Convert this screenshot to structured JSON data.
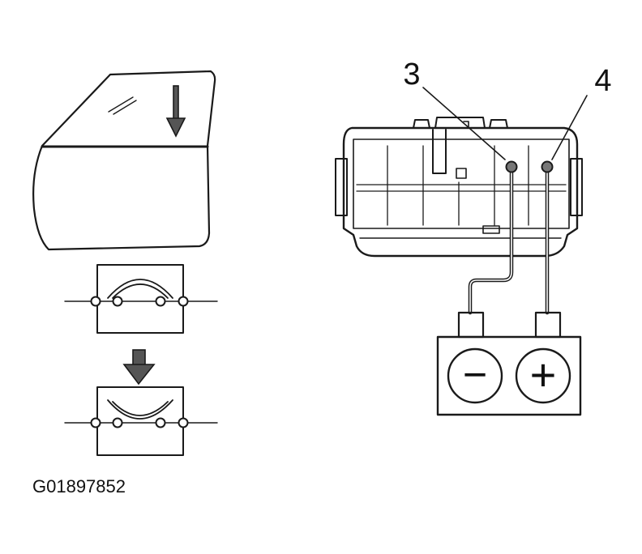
{
  "figure": {
    "callouts": [
      "3",
      "4"
    ],
    "figure_id": "G01897852",
    "battery_terminals": {
      "negative": "−",
      "positive": "+"
    }
  },
  "colors": {
    "ink": "#1a1a1a",
    "arrow_fill": "#555555",
    "background": "#ffffff"
  }
}
